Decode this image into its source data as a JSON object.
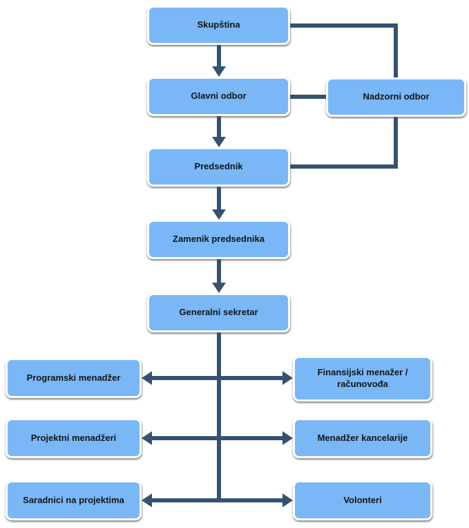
{
  "diagram_type": "org-chart",
  "colors": {
    "node_fill": "#79b7f7",
    "node_border": "#fdfdfd",
    "edge": "#355270",
    "text": "#151515",
    "background": "#ffffff"
  },
  "nodes": [
    {
      "id": "skupstina",
      "label": "Skupština"
    },
    {
      "id": "glavni-odbor",
      "label": "Glavni odbor"
    },
    {
      "id": "nadzorni-odbor",
      "label": "Nadzorni odbor"
    },
    {
      "id": "predsednik",
      "label": "Predsednik"
    },
    {
      "id": "zamenik-predsednika",
      "label": "Zamenik predsednika"
    },
    {
      "id": "generalni-sekretar",
      "label": "Generalni sekretar"
    },
    {
      "id": "programski-menadzer",
      "label": "Programski menadžer"
    },
    {
      "id": "finansijski-menazer",
      "label": "Finansijski menažer / računovođa"
    },
    {
      "id": "projektni-menadzeri",
      "label": "Projektni menadžeri"
    },
    {
      "id": "menadzer-kancelarije",
      "label": "Menadžer kancelarije"
    },
    {
      "id": "saradnici",
      "label": "Saradnici na projektima"
    },
    {
      "id": "volonteri",
      "label": "Volonteri"
    }
  ],
  "edges": [
    {
      "from": "Skupština",
      "to": "Glavni odbor",
      "style": "arrow-down"
    },
    {
      "from": "Skupština",
      "to": "Nadzorni odbor",
      "style": "elbow-plain"
    },
    {
      "from": "Glavni odbor",
      "to": "Nadzorni odbor",
      "style": "straight-plain"
    },
    {
      "from": "Nadzorni odbor",
      "to": "Predsednik",
      "style": "elbow-plain"
    },
    {
      "from": "Glavni odbor",
      "to": "Predsednik",
      "style": "arrow-down"
    },
    {
      "from": "Predsednik",
      "to": "Zamenik predsednika",
      "style": "arrow-down"
    },
    {
      "from": "Zamenik predsednika",
      "to": "Generalni sekretar",
      "style": "arrow-down"
    },
    {
      "from": "Generalni sekretar",
      "to": "Programski menadžer",
      "style": "trunk-branch-arrow-left"
    },
    {
      "from": "Generalni sekretar",
      "to": "Finansijski menažer / računovođa",
      "style": "trunk-branch-arrow-right"
    },
    {
      "from": "Generalni sekretar",
      "to": "Projektni menadžeri",
      "style": "trunk-branch-arrow-left"
    },
    {
      "from": "Generalni sekretar",
      "to": "Menadžer kancelarije",
      "style": "trunk-branch-arrow-right"
    },
    {
      "from": "Generalni sekretar",
      "to": "Saradnici na projektima",
      "style": "trunk-branch-arrow-left"
    },
    {
      "from": "Generalni sekretar",
      "to": "Volonteri",
      "style": "trunk-branch-arrow-right"
    }
  ]
}
